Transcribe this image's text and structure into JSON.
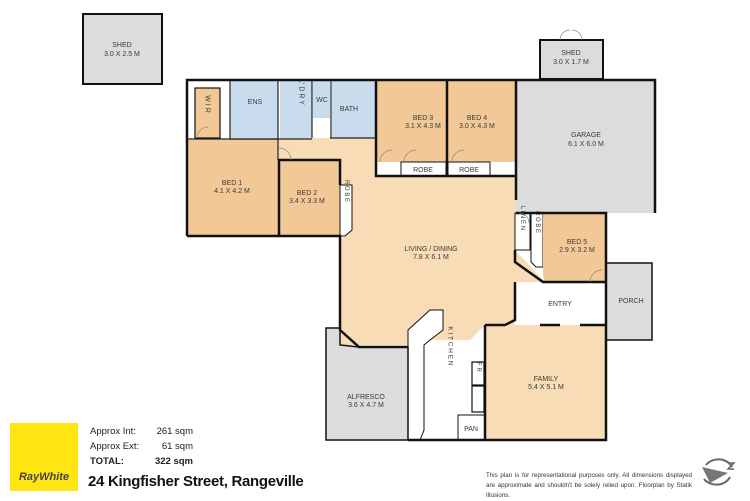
{
  "colors": {
    "bedroom": "#f1c896",
    "living": "#f8dcb5",
    "wet": "#c8dcee",
    "outdoor": "#dcdcdc",
    "brand": "#ffe512"
  },
  "rooms": {
    "shed_left": {
      "name": "SHED",
      "size": "3.0 X 2.5 M"
    },
    "shed_right": {
      "name": "SHED",
      "size": "3.0 X 1.7 M"
    },
    "wir": {
      "name": "W I R"
    },
    "ens": {
      "name": "ENS"
    },
    "ldry": {
      "name": "L' D R Y"
    },
    "wc": {
      "name": "WC"
    },
    "bath": {
      "name": "BATH"
    },
    "bed3": {
      "name": "BED 3",
      "size": "3.1 X 4.3 M"
    },
    "bed4": {
      "name": "BED 4",
      "size": "3.0 X 4.3 M"
    },
    "garage": {
      "name": "GARAGE",
      "size": "6.1 X 6.0 M"
    },
    "robe3": {
      "name": "ROBE"
    },
    "robe4": {
      "name": "ROBE"
    },
    "bed1": {
      "name": "BED 1",
      "size": "4.1 X 4.2 M"
    },
    "bed2": {
      "name": "BED 2",
      "size": "3.4 X 3.3 M"
    },
    "robe2": {
      "name": "R O B E"
    },
    "linen": {
      "name": "L I N E N"
    },
    "robe5": {
      "name": "R O B E"
    },
    "bed5": {
      "name": "BED 5",
      "size": "2.9 X 3.2 M"
    },
    "living": {
      "name": "LIVING / DINING",
      "size": "7.8 X 6.1 M"
    },
    "porch": {
      "name": "PORCH"
    },
    "entry": {
      "name": "ENTRY"
    },
    "kitchen": {
      "name": "K I T C H E N"
    },
    "fr": {
      "name": "F R"
    },
    "family": {
      "name": "FAMILY",
      "size": "5.4 X 5.1 M"
    },
    "alfresco": {
      "name": "ALFRESCO",
      "size": "3.6 X 4.7 M"
    },
    "pan": {
      "name": "PAN"
    }
  },
  "areas": {
    "int_label": "Approx Int:",
    "int_value": "261 sqm",
    "ext_label": "Approx Ext:",
    "ext_value": "61 sqm",
    "total_label": "TOTAL:",
    "total_value": "322 sqm"
  },
  "brand": "RayWhite",
  "address": "24 Kingfisher Street, Rangeville",
  "disclaimer": "This plan is for representational purposes only. All dimensions displayed are approximate and shouldn't be solely relied upon. Floorplan by Statik Illusions.",
  "compass_icon": "north-arrow-icon"
}
